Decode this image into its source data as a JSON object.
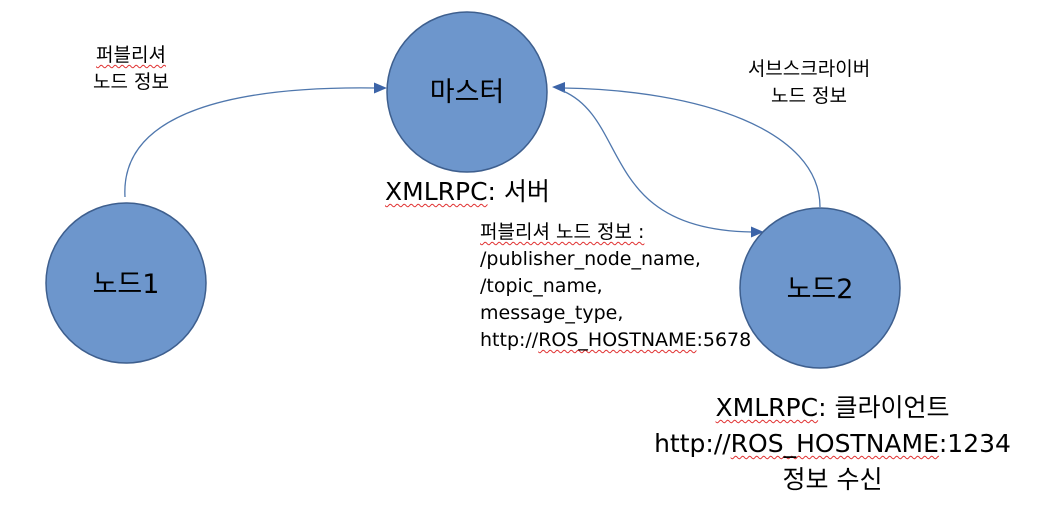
{
  "nodes": {
    "master": {
      "label": "마스터"
    },
    "node1": {
      "label": "노드1"
    },
    "node2": {
      "label": "노드2"
    }
  },
  "annotations": {
    "publisher_info": {
      "line1": "퍼블리셔",
      "line2": "노드 정보"
    },
    "subscriber_info": {
      "line1": "서브스크라이버",
      "line2": "노드 정보"
    },
    "master_server": {
      "xmlrpc": "XMLRPC",
      "rest": ": 서버"
    },
    "topic_info": {
      "line1": "퍼블리셔 노드 정보 :",
      "line2": "/publisher_node_name,",
      "line3": "/topic_name,",
      "line4": "message_type,",
      "line5_prefix": "http://",
      "line5_host": "ROS_HOSTNAME",
      "line5_port": ":5678"
    },
    "node2_client": {
      "xmlrpc": "XMLRPC",
      "rest": ": 클라이언트",
      "url_prefix": "http://",
      "url_host": "ROS_HOSTNAME",
      "url_port": ":1234",
      "receive": "정보 수신"
    }
  },
  "colors": {
    "node_fill": "#6d96cc",
    "node_stroke": "#3e5f8e",
    "edge": "#4f77ad",
    "spellcheck_underline": "#e03030"
  }
}
